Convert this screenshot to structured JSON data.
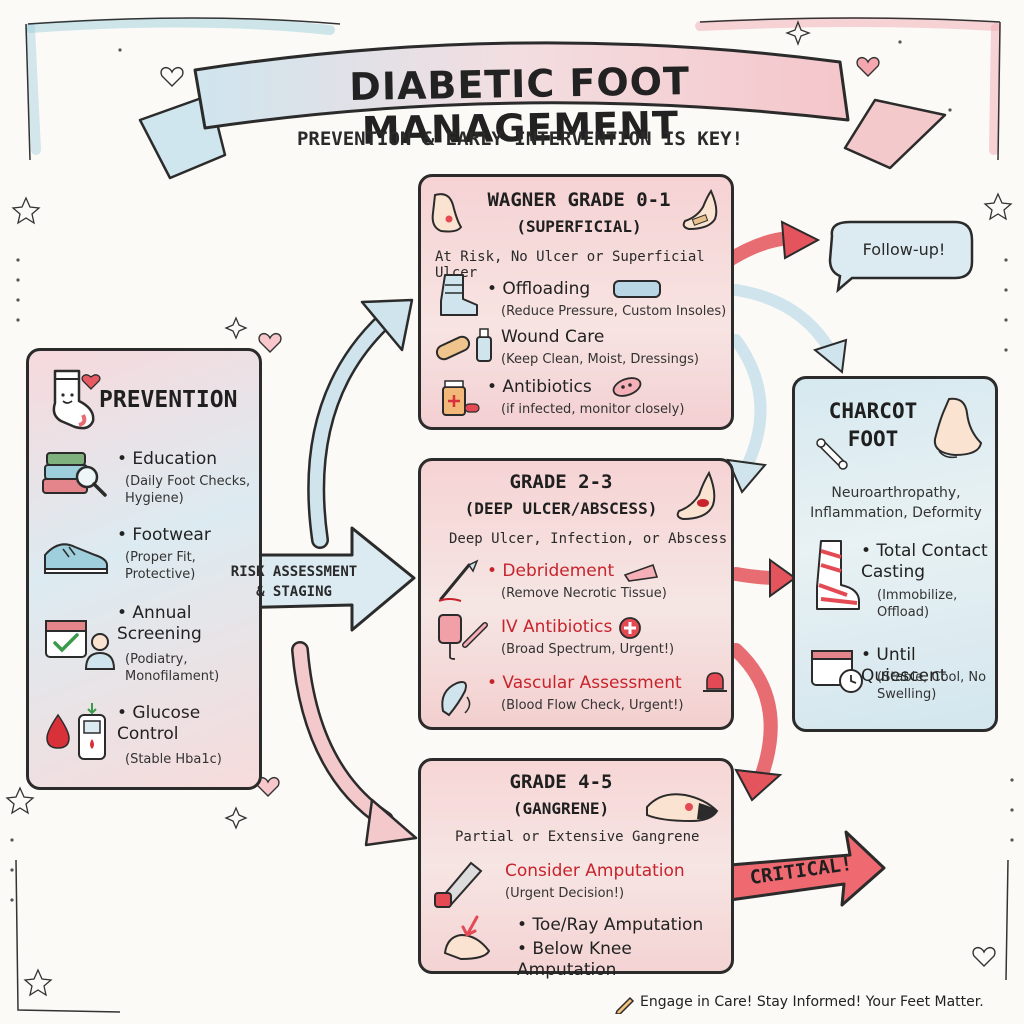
{
  "title": "DIABETIC FOOT MANAGEMENT",
  "subtitle": "PREVENTION & EARLY INTERVENTION IS KEY!",
  "prevention": {
    "heading": "PREVENTION",
    "items": [
      {
        "label": "• Education",
        "detail": "(Daily Foot Checks, Hygiene)"
      },
      {
        "label": "• Footwear",
        "detail": "(Proper Fit, Protective)"
      },
      {
        "label": "• Annual Screening",
        "detail": "(Podiatry, Monofilament)"
      },
      {
        "label": "• Glucose Control",
        "detail": "(Stable Hba1c)"
      }
    ]
  },
  "risk_arrow": {
    "line1": "RISK ASSESSMENT",
    "line2": "& STAGING"
  },
  "grade01": {
    "heading": "WAGNER GRADE 0-1",
    "subheading": "(SUPERFICIAL)",
    "description": "At Risk, No Ulcer or Superficial Ulcer",
    "items": [
      {
        "label": "• Offloading",
        "detail": "(Reduce Pressure, Custom Insoles)"
      },
      {
        "label": "Wound Care",
        "detail": "(Keep Clean, Moist, Dressings)"
      },
      {
        "label": "• Antibiotics",
        "detail": "(if infected, monitor closely)"
      }
    ]
  },
  "followup": "Follow-up!",
  "grade23": {
    "heading": "GRADE 2-3",
    "subheading": "(DEEP ULCER/ABSCESS)",
    "description": "Deep Ulcer, Infection, or Abscess",
    "items": [
      {
        "label": "• Debridement",
        "detail": "(Remove Necrotic Tissue)"
      },
      {
        "label": "IV Antibiotics",
        "detail": "(Broad Spectrum, Urgent!)"
      },
      {
        "label": "• Vascular Assessment",
        "detail": "(Blood Flow Check, Urgent!)"
      }
    ]
  },
  "grade45": {
    "heading": "GRADE 4-5",
    "subheading": "(GANGRENE)",
    "description": "Partial or Extensive Gangrene",
    "action": "Consider Amputation",
    "action_detail": "(Urgent Decision!)",
    "options": [
      "• Toe/Ray Amputation",
      "• Below Knee Amputation"
    ]
  },
  "critical": "CRITICAL!",
  "charcot": {
    "heading_line1": "CHARCOT",
    "heading_line2": "FOOT",
    "description_line1": "Neuroarthropathy,",
    "description_line2": "Inflammation, Deformity",
    "items": [
      {
        "label": "• Total Contact Casting",
        "detail": "(Immobilize, Offload)"
      },
      {
        "label": "• Until Quiescent",
        "detail": "(Stable, Cool, No Swelling)"
      }
    ]
  },
  "footer": "Engage in Care! Stay Informed! Your Feet Matter.",
  "colors": {
    "red": "#c8232c",
    "pink": "#f4c9cc",
    "blue": "#cfe4ec",
    "ink": "#2b2b2b"
  },
  "icons": [
    "sock-icon",
    "heart-icon",
    "books-icon",
    "magnifier-icon",
    "sneaker-icon",
    "calendar-icon",
    "doctor-icon",
    "blood-drop-icon",
    "glucometer-icon",
    "foot-icon",
    "boot-icon",
    "insole-icon",
    "bandage-icon",
    "bottle-icon",
    "pill-bottle-icon",
    "bacteria-icon",
    "scalpel-icon",
    "iv-bag-icon",
    "syringe-icon",
    "doppler-icon",
    "alarm-icon",
    "saw-icon",
    "bone-icon",
    "cast-icon",
    "calendar-clock-icon",
    "pencil-icon",
    "star-icon"
  ]
}
